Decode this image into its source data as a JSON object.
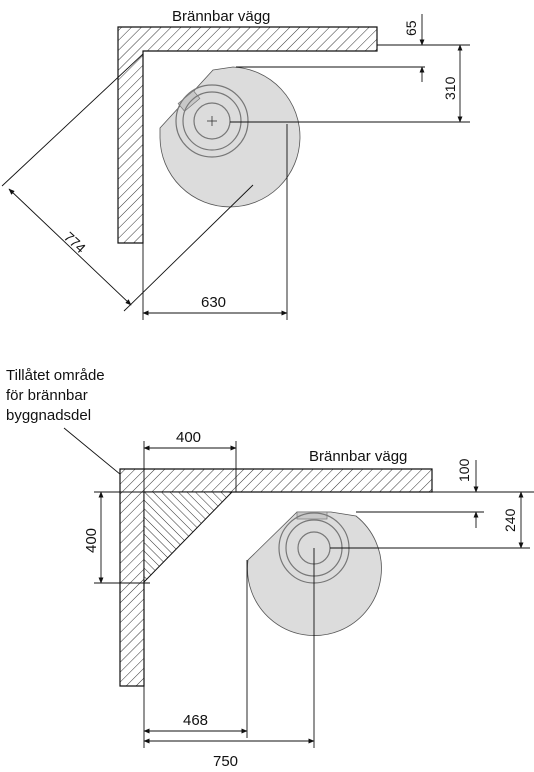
{
  "top_view": {
    "wall_label": "Brännbar vägg",
    "dim_65": "65",
    "dim_310": "310",
    "dim_774": "774",
    "dim_630": "630"
  },
  "bottom_view": {
    "note_lines": [
      "Tillåtet område",
      "för brännbar",
      "byggnadsdel"
    ],
    "wall_label": "Brännbar vägg",
    "dim_400_horizontal": "400",
    "dim_400_vertical": "400",
    "dim_100": "100",
    "dim_240": "240",
    "dim_468": "468",
    "dim_750": "750"
  },
  "colors": {
    "stove_fill": "#dcdcdc",
    "line": "#111111"
  }
}
